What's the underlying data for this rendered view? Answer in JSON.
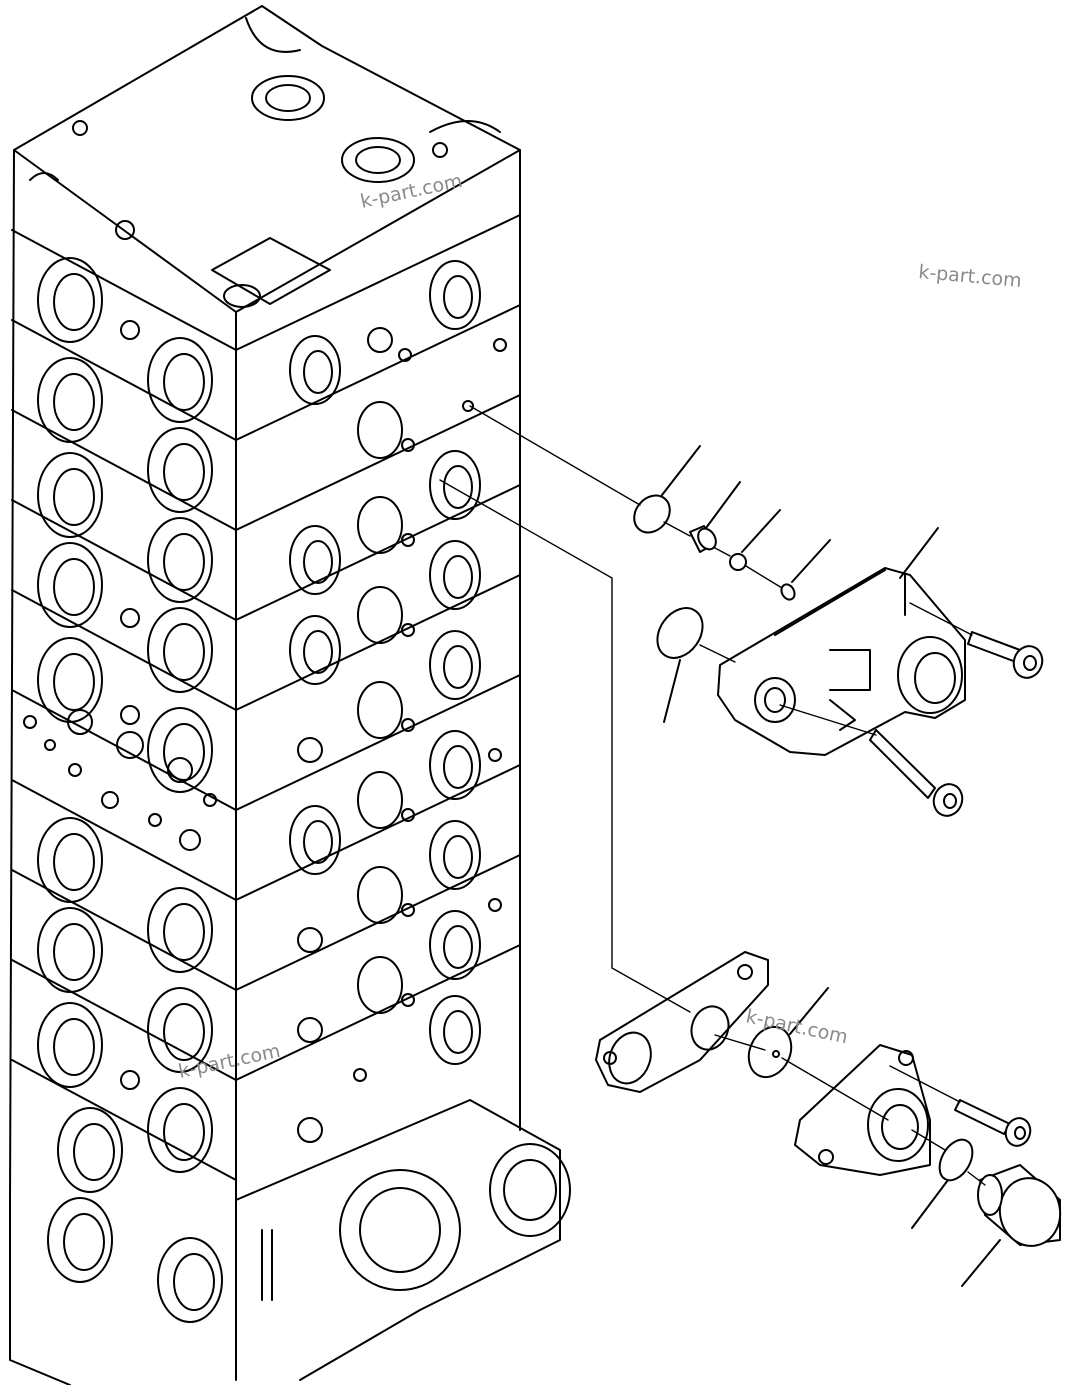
{
  "watermarks": {
    "top_center": "k-part.com",
    "top_right": "k-part.com",
    "mid_right": "k-part.com",
    "lower_left": "k-part.com"
  },
  "colors": {
    "line": "#000000",
    "background": "#ffffff",
    "watermark": "#8a8a8a"
  }
}
